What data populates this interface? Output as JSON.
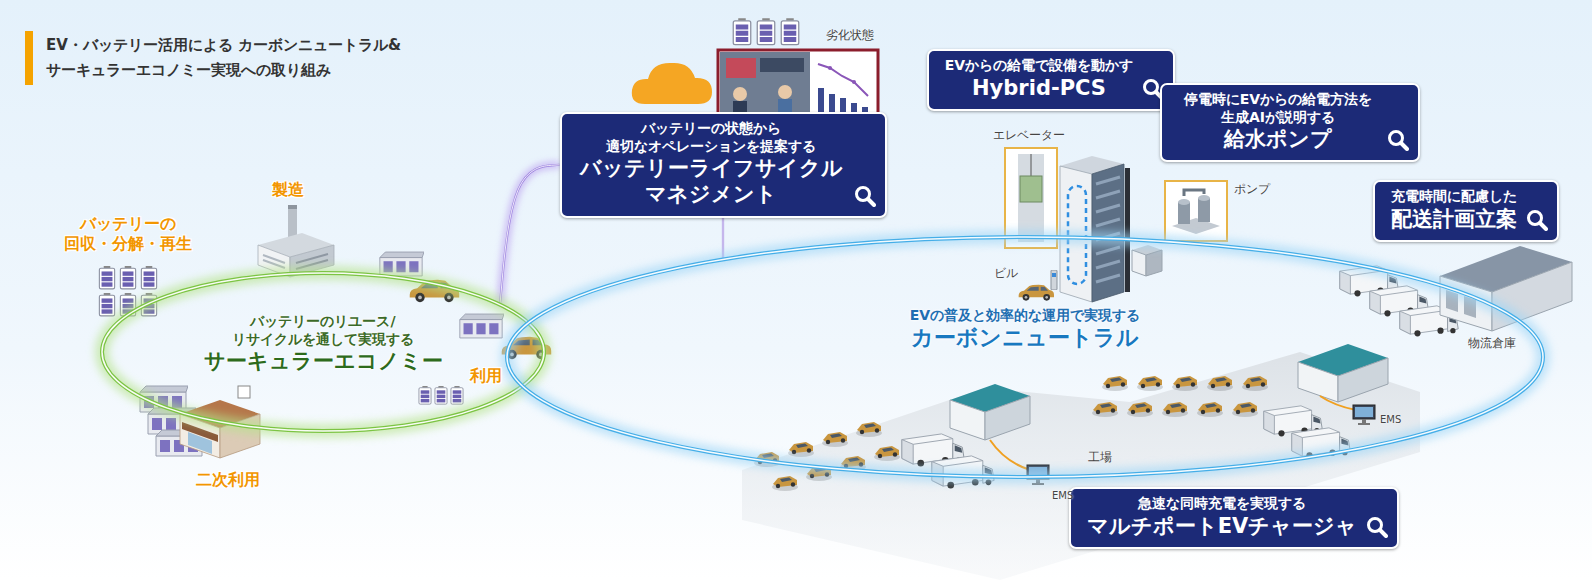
{
  "diagram": {
    "title": "EV・バッテリー活用による カーボンニュートラル&サーキュラーエコノミー実現への取り組み",
    "nodes": [
      {
        "text": [
          "バッテリーのリユース/ リサイクルを通して実現する",
          "サーキュラーエコノミー"
        ]
      },
      {
        "text": [
          "バッテリーの状態から 適切なオペレーションを提案する",
          "バッテリーライフサイクル マネジメント"
        ]
      },
      {
        "text": [
          "EVからの給電で設備を動かす",
          "Hybrid-PCS"
        ]
      },
      {
        "text": [
          "停電時にEVからの給電方法を 生成AIが説明する",
          "給水ポンプ"
        ]
      },
      {
        "text": [
          "EVの普及と効率的な運用で実現する",
          "カーボンニュートラル"
        ]
      },
      {
        "text": [
          "充電時間に配慮した",
          "配送計画立案"
        ]
      },
      {
        "text": [
          "急速な同時充電を実現する",
          "マルチポートEVチャージャ"
        ]
      }
    ],
    "edges": [
      {
        "from": 1,
        "to": 0,
        "arrow": "none"
      },
      {
        "from": 1,
        "to": 4,
        "arrow": "none"
      }
    ],
    "labels": [
      "劣化状態",
      "製造",
      "バッテリーの 回収・分解・再生",
      "利用",
      "二次利用",
      "エレベーター",
      "ポンプ",
      "ビル",
      "物流倉庫",
      "EMS",
      "工場",
      "EMS"
    ]
  }
}
